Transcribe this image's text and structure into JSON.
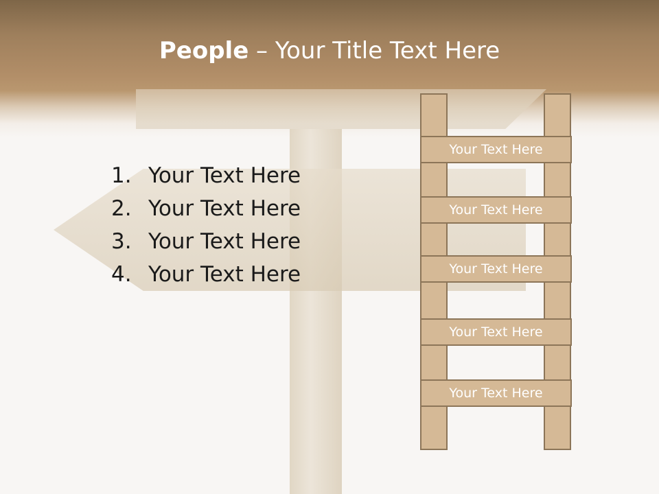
{
  "title": {
    "bold": "People",
    "rest": " – Your Title Text Here"
  },
  "list": {
    "items": [
      {
        "number": "1.",
        "text": "Your Text Here"
      },
      {
        "number": "2.",
        "text": "Your Text Here"
      },
      {
        "number": "3.",
        "text": "Your Text Here"
      },
      {
        "number": "4.",
        "text": "Your Text Here"
      }
    ]
  },
  "ladder": {
    "rungs": [
      "Your Text Here",
      "Your Text Here",
      "Your Text Here",
      "Your Text Here",
      "Your Text Here"
    ]
  },
  "colors": {
    "banner_top": "#7e6648",
    "banner_mid": "#b9976f",
    "ladder_fill": "#d5b996",
    "ladder_border": "#8c7558",
    "background": "#f8f6f4"
  }
}
